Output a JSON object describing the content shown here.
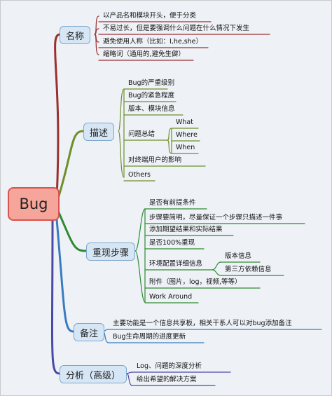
{
  "root": "Bug",
  "branches": [
    {
      "label": "名称",
      "items": [
        "以产品名和模块开头，便于分类",
        "不易过长，但是要强调什么问题在什么情况下发生",
        "避免使用人称（比如：I,he,she）",
        "缩略词（通用的,避免生僻）"
      ]
    },
    {
      "label": "描述",
      "items": [
        "Bug的严重级别",
        "Bug的紧急程度",
        "版本、模块信息",
        "问题总结",
        "对终端用户的影响",
        "Others"
      ],
      "summary_children": [
        "What",
        "Where",
        "When"
      ]
    },
    {
      "label": "重现步骤",
      "items": [
        "是否有前提条件",
        "步骤要简明，尽量保证一个步骤只描述一件事",
        "添加期望结果和实际结果",
        "是否100%重现",
        "环境配置详细信息",
        "附件（图片，log，视频,等等）",
        "Work Around"
      ],
      "env_children": [
        "版本信息",
        "第三方依赖信息"
      ]
    },
    {
      "label": "备注",
      "items": [
        "主要功能是一个信息共享板，相关干系人可以对bug添加备注",
        "Bug生命周期的进度更新"
      ]
    },
    {
      "label": "分析（高级）",
      "items": [
        "Log、问题的深度分析",
        "给出希望的解决方案"
      ]
    }
  ]
}
